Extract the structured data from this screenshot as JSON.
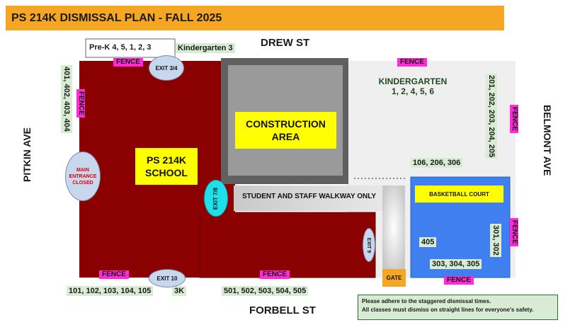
{
  "title": "PS 214K DISMISSAL PLAN - FALL 2025",
  "streets": {
    "north": "DREW ST",
    "south": "FORBELL ST",
    "west": "PITKIN AVE",
    "east": "BELMONT AVE"
  },
  "fence_label": "FENCE",
  "school": {
    "name_line1": "PS 214K",
    "name_line2": "SCHOOL"
  },
  "construction": {
    "line1": "CONSTRUCTION",
    "line2": "AREA"
  },
  "main_entrance": {
    "line1": "MAIN",
    "line2": "ENTRANCE",
    "line3": "CLOSED"
  },
  "exits": {
    "exit_3_4": "EXIT 3/4",
    "exit_7_8": "EXIT 7/8",
    "exit_9": "EXIT 9",
    "exit_10": "EXIT 10"
  },
  "walkway": "STUDENT AND STAFF WALKWAY ONLY",
  "basketball_court": "BASKETBALL COURT",
  "gate": "GATE",
  "kindergarten": {
    "line1": "KINDERGARTEN",
    "line2": "1, 2, 4, 5, 6"
  },
  "class_groups": {
    "prek": "Pre-K 4, 5, 1, 2, 3",
    "kindergarten_3": "Kindergarten 3",
    "west_400s": "401, 402, 403, 404",
    "east_200s": "201, 202, 203, 204, 205",
    "classes_106_206_306": "106, 206, 306",
    "classes_301_302": "301, 302",
    "class_405": "405",
    "classes_303_305": "303, 304, 305",
    "south_100s": "101, 102, 103, 104, 105",
    "class_3k": "3K",
    "south_500s": "501, 502, 503, 504, 505"
  },
  "notice": {
    "line1": "Please adhere to the staggered dismissal times.",
    "line2": "All classes must dismiss on straight lines for everyone's safety."
  },
  "colors": {
    "title_bar": "#f5a623",
    "school_building": "#8b0000",
    "construction": "#9a9a9a",
    "court": "#3f7ff0",
    "highlight": "#ffff00",
    "fence": "#ff2bd6",
    "grade_label_bg": "#d7ecd2",
    "exit": "#c7d8ee",
    "exit_7_8": "#1ee0e8",
    "gate": "#f5a623"
  }
}
